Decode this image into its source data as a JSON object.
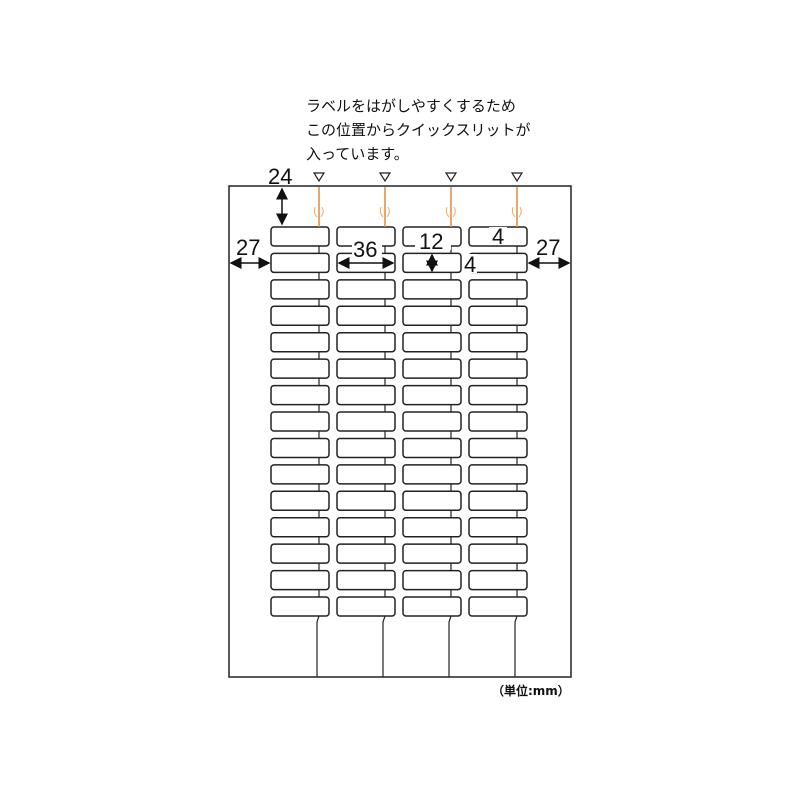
{
  "note": {
    "lines": [
      "ラベルをはがしやすくするため",
      "この位置からクイックスリットが",
      "入っています。"
    ]
  },
  "dimensions": {
    "top_margin": "24",
    "left_margin": "27",
    "right_margin": "27",
    "label_width": "36",
    "label_height": "12",
    "column_gap": "4",
    "row_gap": "4"
  },
  "unit": "（単位:mm）",
  "layout": {
    "columns": 4,
    "rows": 15
  },
  "colors": {
    "line": "#222222",
    "slit": "#e08a3c"
  }
}
